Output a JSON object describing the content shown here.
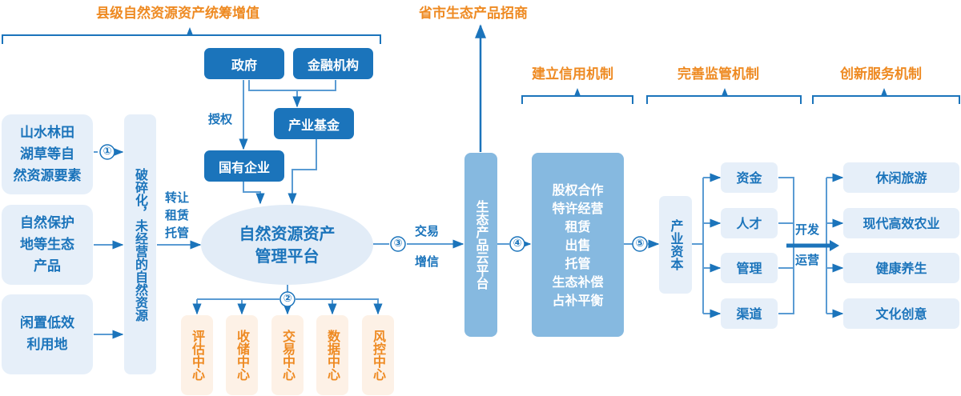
{
  "headers": {
    "county_title": "县级自然资源资产统筹增值",
    "province_title": "省市生态产品招商",
    "credit_title": "建立信用机制",
    "supervision_title": "完善监管机制",
    "service_title": "创新服务机制"
  },
  "sources": [
    {
      "label": "山水林田\n湖草等自\n然资源要素"
    },
    {
      "label": "自然保护\n地等生态\n产品"
    },
    {
      "label": "闲置低效\n利用地"
    }
  ],
  "fragment_box": {
    "label": "破碎化，未经营的自然资源"
  },
  "transfer_label": "转让\n租赁\n托管",
  "authorize_label": "授权",
  "government": "政府",
  "financial": "金融机构",
  "industry_fund": "产业基金",
  "soe": "国有企业",
  "platform": "自然资源资产\n管理平台",
  "centers": [
    {
      "label": "评估中心"
    },
    {
      "label": "收储中心"
    },
    {
      "label": "交易中心"
    },
    {
      "label": "数据中心"
    },
    {
      "label": "风控中心"
    }
  ],
  "step_markers": [
    "①",
    "②",
    "③",
    "④",
    "⑤"
  ],
  "trade_label": "交易",
  "credit_label": "增信",
  "cloud_platform": "生态产品云平台",
  "modes": {
    "label": "股权合作\n特许经营\n租赁\n出售\n托管\n生态补偿\n占补平衡"
  },
  "industry_capital": "产业资本",
  "resources": [
    {
      "label": "资金"
    },
    {
      "label": "人才"
    },
    {
      "label": "管理"
    },
    {
      "label": "渠道"
    }
  ],
  "develop_label": "开发",
  "operate_label": "运营",
  "industries": [
    {
      "label": "休闲旅游"
    },
    {
      "label": "现代高效农业"
    },
    {
      "label": "健康养生"
    },
    {
      "label": "文化创意"
    }
  ],
  "colors": {
    "primary_blue": "#1b74bb",
    "light_blue": "#e6eff9",
    "mid_blue": "#86b9e0",
    "orange": "#ee8a22",
    "light_orange": "#fdf1e6",
    "line_blue": "#5a9bd3"
  }
}
